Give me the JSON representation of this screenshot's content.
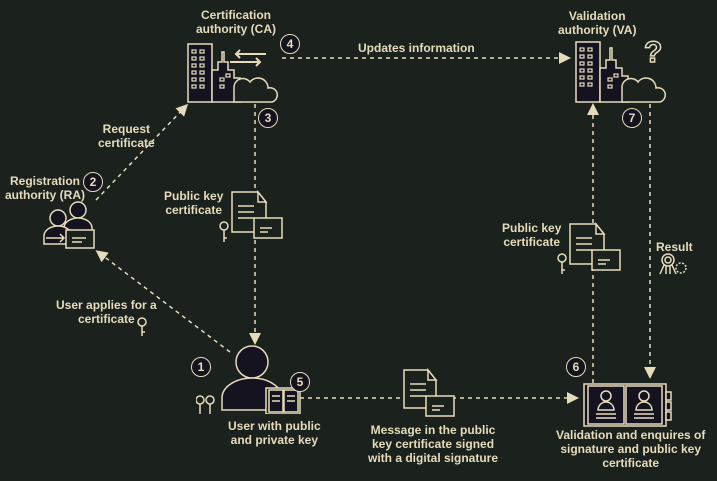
{
  "diagram": {
    "title": "Public key certificate issuance and validation flow",
    "colors": {
      "background": "#1b211d",
      "stroke": "#e6dcbc",
      "fill": "#15131f"
    },
    "nodes": {
      "ca": {
        "label_line1": "Certification",
        "label_line2": "authority (CA)",
        "icon": "building-cloud-icon"
      },
      "va": {
        "label_line1": "Validation",
        "label_line2": "authority (VA)",
        "icon": "building-cloud-question-icon"
      },
      "ra": {
        "label_line1": "Registration",
        "label_line2": "authority (RA)",
        "icon": "people-computer-icon"
      },
      "user": {
        "label_line1": "User with public",
        "label_line2": "and private key",
        "icon": "user-book-keys-icon"
      },
      "validation": {
        "label_line1": "Validation and enquires of",
        "label_line2": "signature and public key",
        "label_line3": "certificate",
        "icon": "open-book-profiles-icon"
      }
    },
    "edge_labels": {
      "request": {
        "line1": "Request",
        "line2": "certificate"
      },
      "updates": "Updates information",
      "pk_cert_left": {
        "line1": "Public key",
        "line2": "certificate"
      },
      "pk_cert_right": {
        "line1": "Public key",
        "line2": "certificate"
      },
      "user_applies": {
        "line1": "User applies for a",
        "line2": "certificate"
      },
      "message": {
        "line1": "Message in the public",
        "line2": "key certificate signed",
        "line3": "with a digital signature"
      },
      "result": "Result"
    },
    "steps": [
      "1",
      "2",
      "3",
      "4",
      "5",
      "6",
      "7"
    ]
  }
}
